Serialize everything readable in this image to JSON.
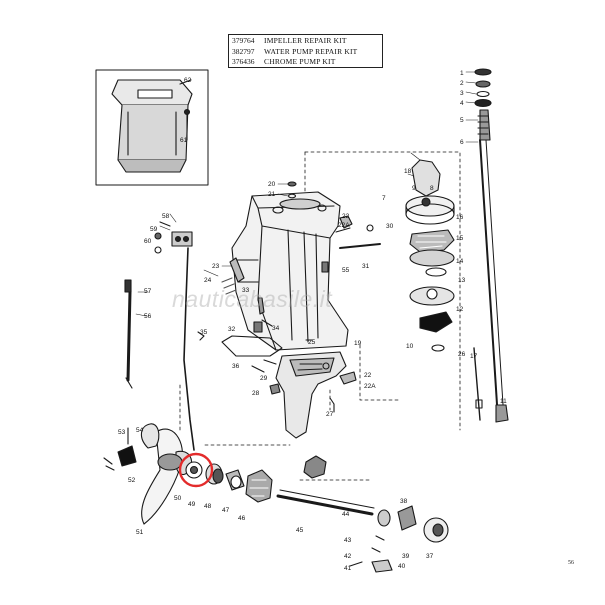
{
  "kits": [
    {
      "number": "379764",
      "description": "IMPELLER REPAIR KIT"
    },
    {
      "number": "382797",
      "description": "WATER PUMP REPAIR KIT"
    },
    {
      "number": "376436",
      "description": "CHROME PUMP KIT"
    }
  ],
  "watermark": "nauticabasile.it",
  "page_number": "56",
  "highlight_color": "#e32b2b",
  "highlighted_part": "49",
  "callouts": [
    "1",
    "2",
    "3",
    "4",
    "5",
    "6",
    "7",
    "8",
    "9",
    "10",
    "11",
    "12",
    "13",
    "14",
    "15",
    "16",
    "17",
    "18",
    "19",
    "20",
    "21",
    "22",
    "22A",
    "22",
    "22A",
    "23",
    "24",
    "25",
    "26",
    "27",
    "28",
    "29",
    "30",
    "31",
    "32",
    "33",
    "34",
    "35",
    "36",
    "37",
    "38",
    "39",
    "40",
    "41",
    "42",
    "43",
    "44",
    "45",
    "46",
    "47",
    "48",
    "49",
    "50",
    "51",
    "52",
    "53",
    "54",
    "55",
    "56",
    "57",
    "58",
    "59",
    "60",
    "61",
    "62"
  ]
}
